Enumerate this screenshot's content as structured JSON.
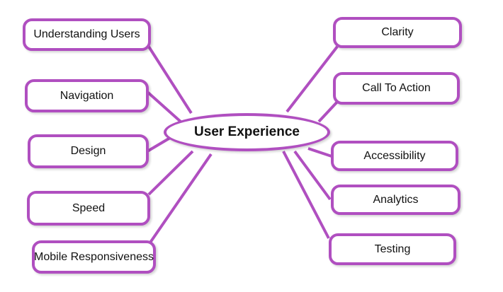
{
  "diagram": {
    "center": {
      "label": "User Experience"
    },
    "left_nodes": [
      {
        "label": "Understanding Users"
      },
      {
        "label": "Navigation"
      },
      {
        "label": "Design"
      },
      {
        "label": "Speed"
      },
      {
        "label": "Mobile Responsiveness"
      }
    ],
    "right_nodes": [
      {
        "label": "Clarity"
      },
      {
        "label": "Call To Action"
      },
      {
        "label": "Accessibility"
      },
      {
        "label": "Analytics"
      },
      {
        "label": "Testing"
      }
    ]
  },
  "colors": {
    "border": "#b04fc0",
    "text": "#111111",
    "background": "#ffffff"
  }
}
